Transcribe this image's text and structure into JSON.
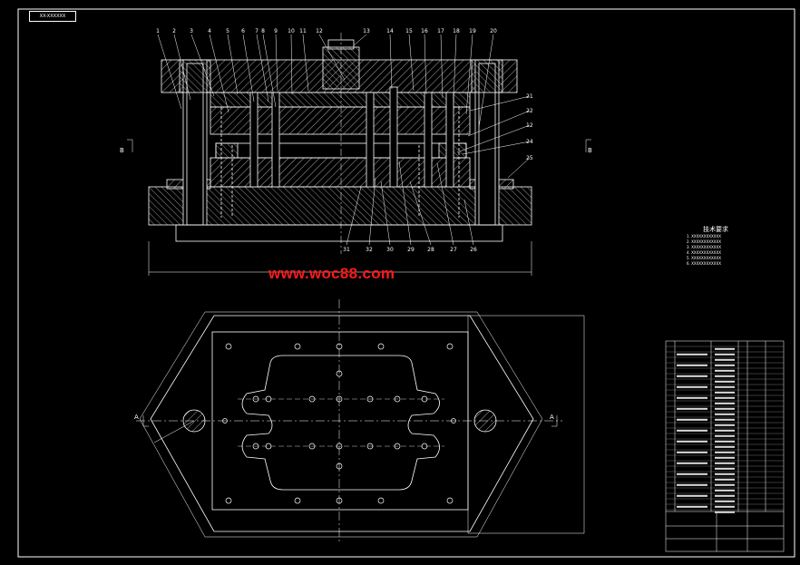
{
  "drawing": {
    "corner_label": "XX-XXXXXX",
    "watermark": "www.woc88.com",
    "section_marks": {
      "b_left": "B",
      "b_right": "B",
      "a_left": "A",
      "a_right": "A"
    },
    "part_callouts_top": [
      "1",
      "2",
      "3",
      "4",
      "5",
      "6",
      "7",
      "8",
      "9",
      "10",
      "11",
      "12",
      "13",
      "14",
      "15",
      "16",
      "17",
      "18",
      "19",
      "20"
    ],
    "part_callouts_right": [
      "21",
      "22",
      "12",
      "24",
      "25"
    ],
    "part_callouts_bottom": [
      "31",
      "32",
      "30",
      "29",
      "28",
      "27",
      "26"
    ],
    "technical_requirements": {
      "title": "技术要求",
      "items": [
        "1. XXXXXXXXXXXX",
        "2. XXXXXXXXXXXX",
        "3. XXXXXXXXXXXX",
        "4. XXXXXXXXXXXX",
        "5. XXXXXXXXXXXX",
        "6. XXXXXXXXXXXX"
      ]
    }
  },
  "colors": {
    "background": "#000000",
    "lines": "#ffffff",
    "hatch": "#d0d0d0",
    "watermark": "#ff1a1a"
  }
}
